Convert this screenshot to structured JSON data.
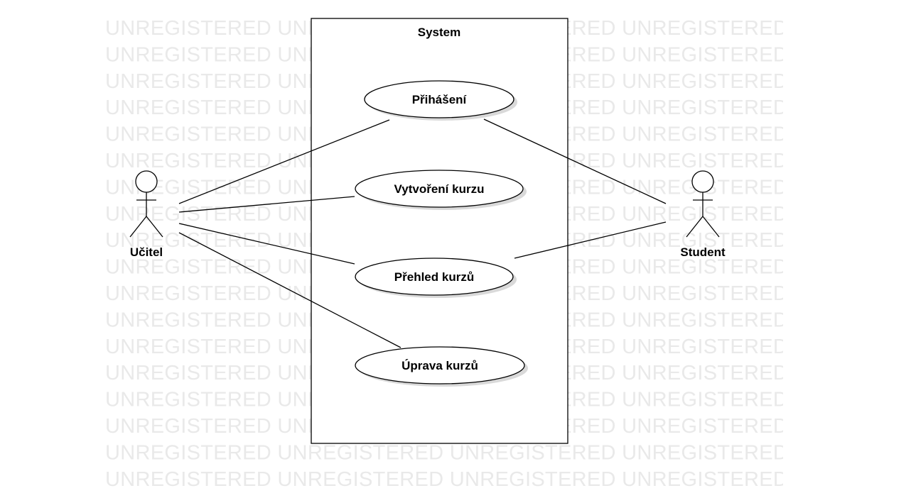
{
  "watermark": {
    "text": "UNREGISTERED UNREGISTERED UNREGISTERED UNREGISTERED UNREGISTERED",
    "color": "#e9e9e9"
  },
  "system": {
    "label": "System"
  },
  "use_cases": [
    {
      "id": "prihaseni",
      "label": "Přihášení"
    },
    {
      "id": "vytvoreni",
      "label": "Vytvoření kurzu"
    },
    {
      "id": "prehled",
      "label": "Přehled kurzů"
    },
    {
      "id": "uprava",
      "label": "Úprava kurzů"
    }
  ],
  "actors": [
    {
      "id": "ucitel",
      "label": "Učitel"
    },
    {
      "id": "student",
      "label": "Student"
    }
  ],
  "associations": [
    {
      "from": "ucitel",
      "to": "prihaseni"
    },
    {
      "from": "ucitel",
      "to": "vytvoreni"
    },
    {
      "from": "ucitel",
      "to": "prehled"
    },
    {
      "from": "ucitel",
      "to": "uprava"
    },
    {
      "from": "student",
      "to": "prihaseni"
    },
    {
      "from": "student",
      "to": "prehled"
    }
  ],
  "colors": {
    "stroke": "#000000",
    "shadow": "#d9d9d9",
    "background": "#ffffff"
  }
}
